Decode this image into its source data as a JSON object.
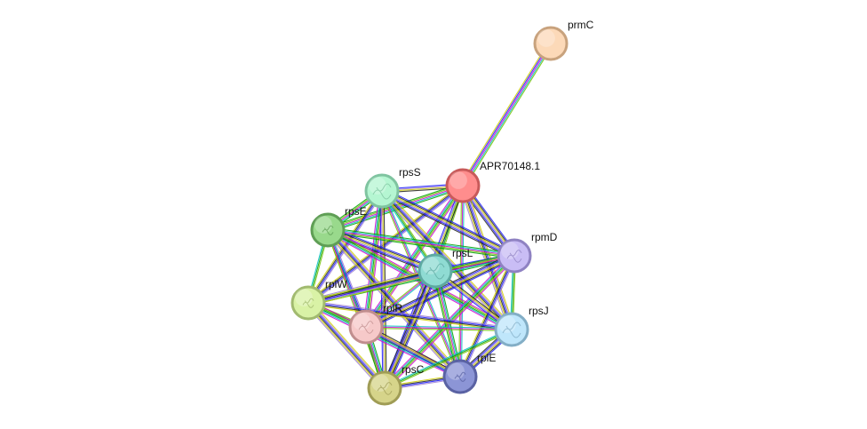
{
  "network": {
    "nodes": [
      {
        "id": "prmC",
        "label": "prmC",
        "fill": "#fcd9b8",
        "stroke": "#c8a27d",
        "icon": "empty-node"
      },
      {
        "id": "APR70148.1",
        "label": "APR70148.1",
        "fill": "#ff8d8d",
        "stroke": "#c85a5a",
        "icon": "empty-node"
      },
      {
        "id": "rpsS",
        "label": "rpsS",
        "fill": "#b5f6d2",
        "stroke": "#7fc4a0",
        "icon": "protein-structure-icon"
      },
      {
        "id": "rpsE",
        "label": "rpsE",
        "fill": "#99d98c",
        "stroke": "#5f9e55",
        "icon": "protein-structure-icon"
      },
      {
        "id": "rpmD",
        "label": "rpmD",
        "fill": "#c9bdf5",
        "stroke": "#8f82c2",
        "icon": "protein-structure-icon"
      },
      {
        "id": "rpsL",
        "label": "rpsL",
        "fill": "#8fdbd3",
        "stroke": "#5ea9a1",
        "icon": "protein-structure-icon"
      },
      {
        "id": "rplW",
        "label": "rplW",
        "fill": "#d9f2a6",
        "stroke": "#a1ba6f",
        "icon": "protein-structure-icon"
      },
      {
        "id": "rplR",
        "label": "rplR",
        "fill": "#f6c9c9",
        "stroke": "#c08e8e",
        "icon": "protein-structure-icon"
      },
      {
        "id": "rpsJ",
        "label": "rpsJ",
        "fill": "#bfe6fb",
        "stroke": "#83aec6",
        "icon": "protein-structure-icon"
      },
      {
        "id": "rplE",
        "label": "rplE",
        "fill": "#8c95d6",
        "stroke": "#5a62a3",
        "icon": "protein-structure-icon"
      },
      {
        "id": "rpsC",
        "label": "rpsC",
        "fill": "#d6d48a",
        "stroke": "#9f9c55",
        "icon": "protein-structure-icon"
      }
    ],
    "edge_colors": [
      "#00c0c0",
      "#1818ff",
      "#d000d0",
      "#222222",
      "#70c000",
      "#d0d000",
      "#00a000",
      "#9a7ad0"
    ]
  }
}
